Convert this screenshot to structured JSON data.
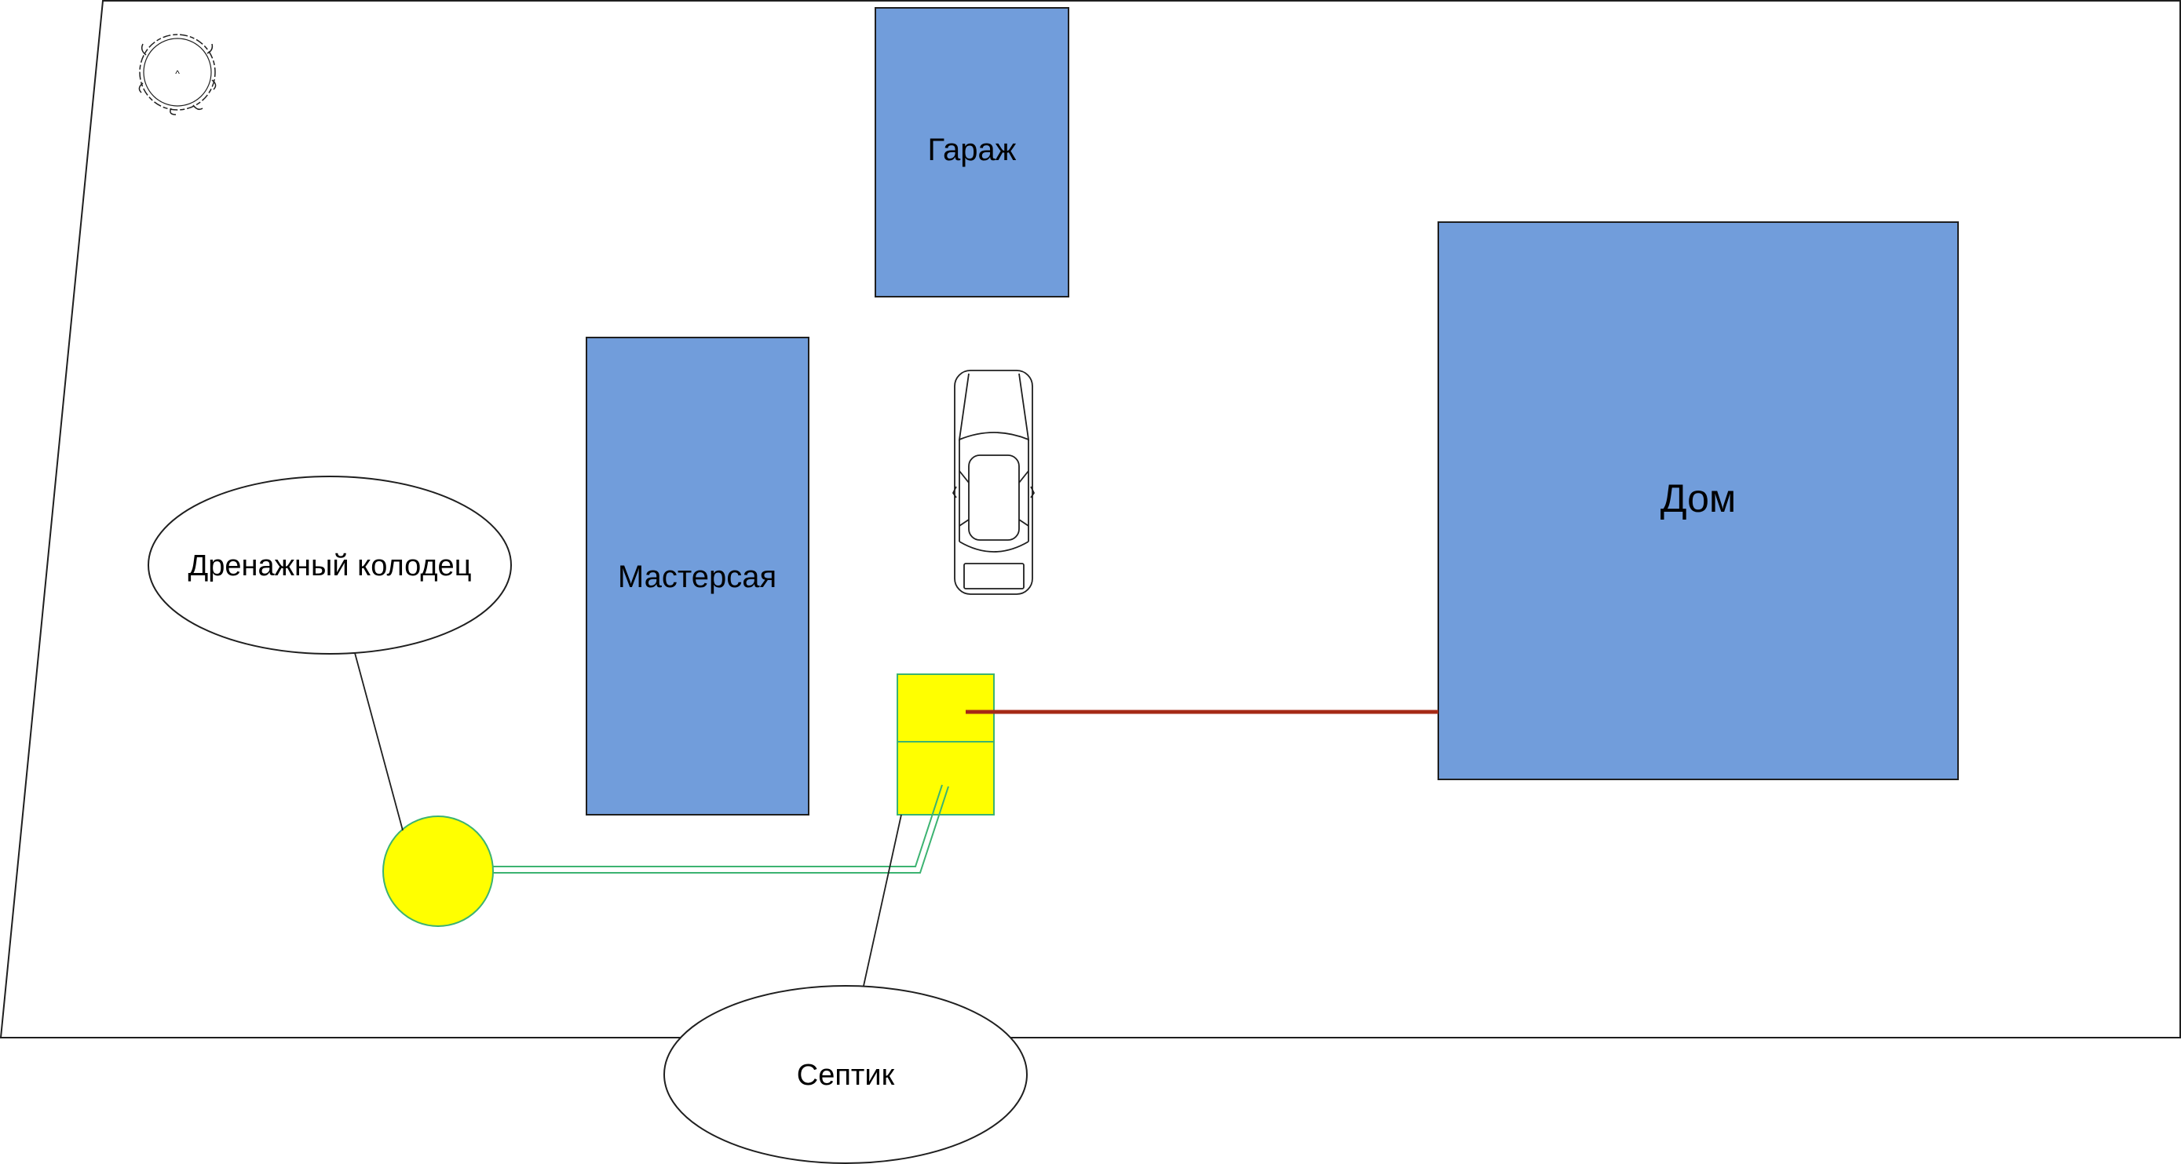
{
  "labels": {
    "garage": "Гараж",
    "workshop": "Мастерсая",
    "house": "Дом",
    "drainage_well": "Дренажный колодец",
    "septic": "Септик",
    "compass_mark": "^"
  },
  "colors": {
    "building_fill": "#719ddb",
    "outline": "#1f1f1f",
    "septic_fill": "#ffff00",
    "septic_edge": "#3cb371",
    "pipe_sewer": "#a52a16",
    "pipe_overflow": "#3cb371",
    "background": "#ffffff"
  },
  "icons": {
    "tree": "tree-icon",
    "car": "car-icon"
  }
}
